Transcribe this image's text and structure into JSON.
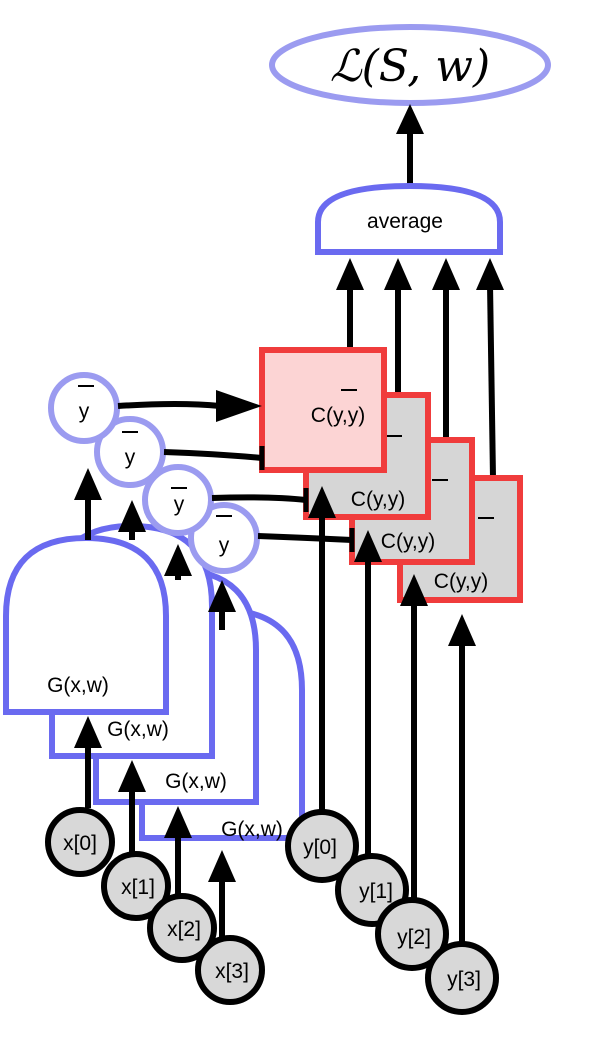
{
  "loss": {
    "label": "ℒ(S, w)"
  },
  "average": {
    "label": "average"
  },
  "ybar_nodes": [
    {
      "label": "y",
      "overbar": true
    },
    {
      "label": "y",
      "overbar": true
    },
    {
      "label": "y",
      "overbar": true
    },
    {
      "label": "y",
      "overbar": true
    }
  ],
  "generators": [
    {
      "label": "G(x,w)"
    },
    {
      "label": "G(x,w)"
    },
    {
      "label": "G(x,w)"
    },
    {
      "label": "G(x,w)"
    }
  ],
  "critics": [
    {
      "label": "C(y,y)"
    },
    {
      "label": "C(y,y)"
    },
    {
      "label": "C(y,y)"
    },
    {
      "label": "C(y,y)"
    }
  ],
  "x_inputs": [
    {
      "label": "x[0]"
    },
    {
      "label": "x[1]"
    },
    {
      "label": "x[2]"
    },
    {
      "label": "x[3]"
    }
  ],
  "y_inputs": [
    {
      "label": "y[0]"
    },
    {
      "label": "y[1]"
    },
    {
      "label": "y[2]"
    },
    {
      "label": "y[3]"
    }
  ],
  "colors": {
    "generator_stroke": "#6a6af0",
    "ybar_stroke": "#9b9bf0",
    "critic_stroke": "#f03c3c",
    "critic_fill_front": "#fcd4d4",
    "critic_fill_back": "#d6d6d6",
    "input_fill": "#d8d8d8",
    "loss_stroke": "#9b9bf0"
  }
}
